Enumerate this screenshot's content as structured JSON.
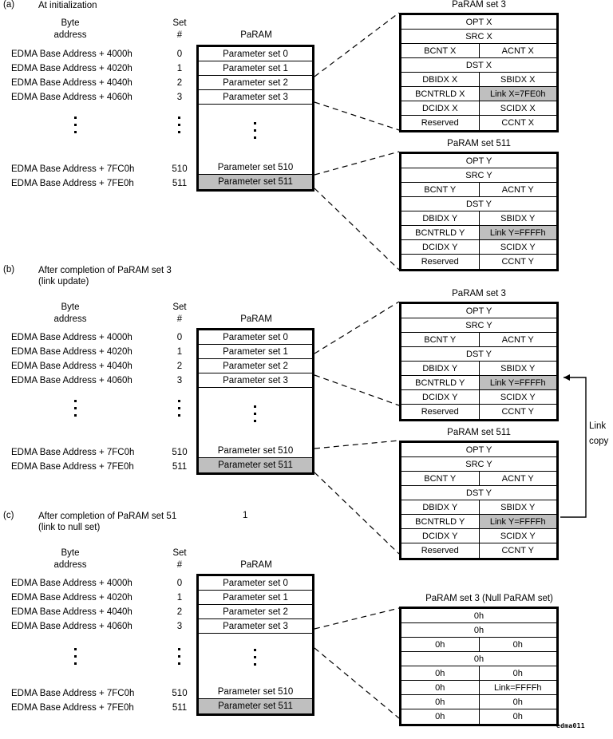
{
  "footer": "edma011",
  "colors": {
    "shade": "#bfbfbf",
    "line": "#000000",
    "background": "#ffffff"
  },
  "common": {
    "byte_label_line1": "Byte",
    "byte_label_line2": "address",
    "set_label_line1": "Set",
    "set_label_line2": "#",
    "param_title": "PaRAM",
    "addresses": [
      "EDMA Base Address + 4000h",
      "EDMA Base Address + 4020h",
      "EDMA Base Address + 4040h",
      "EDMA Base Address + 4060h",
      "EDMA Base Address + 7FC0h",
      "EDMA Base Address + 7FE0h"
    ],
    "set_numbers": [
      "0",
      "1",
      "2",
      "3",
      "510",
      "511"
    ],
    "param_rows": [
      "Parameter set 0",
      "Parameter set 1",
      "Parameter set 2",
      "Parameter set 3",
      "Parameter set 510",
      "Parameter set 511"
    ]
  },
  "sections": [
    {
      "letter": "(a)",
      "caption_line1": "At initialization",
      "caption_line2": ""
    },
    {
      "letter": "(b)",
      "caption_line1": "After completion of PaRAM set 3",
      "caption_line2": "(link update)",
      "stray_text": ""
    },
    {
      "letter": "(c)",
      "caption_line1": "After completion of PaRAM set 51",
      "caption_line2": "(link to null set)",
      "stray_text": "1"
    }
  ],
  "tables": {
    "a_set3": {
      "title": "PaRAM set 3",
      "rows": [
        {
          "type": "full",
          "cells": [
            "OPT X"
          ]
        },
        {
          "type": "full",
          "cells": [
            "SRC X"
          ]
        },
        {
          "type": "split",
          "cells": [
            "BCNT X",
            "ACNT X"
          ]
        },
        {
          "type": "full",
          "cells": [
            "DST X"
          ]
        },
        {
          "type": "split",
          "cells": [
            "DBIDX X",
            "SBIDX X"
          ]
        },
        {
          "type": "split",
          "cells": [
            "BCNTRLD X",
            "Link X=7FE0h"
          ],
          "gray": [
            false,
            true
          ]
        },
        {
          "type": "split",
          "cells": [
            "DCIDX X",
            "SCIDX X"
          ]
        },
        {
          "type": "split",
          "cells": [
            "Reserved",
            "CCNT X"
          ]
        }
      ]
    },
    "a_set511": {
      "title": "PaRAM set 511",
      "rows": [
        {
          "type": "full",
          "cells": [
            "OPT Y"
          ]
        },
        {
          "type": "full",
          "cells": [
            "SRC Y"
          ]
        },
        {
          "type": "split",
          "cells": [
            "BCNT Y",
            "ACNT Y"
          ]
        },
        {
          "type": "full",
          "cells": [
            "DST Y"
          ]
        },
        {
          "type": "split",
          "cells": [
            "DBIDX  Y",
            "SBIDX   Y"
          ]
        },
        {
          "type": "split",
          "cells": [
            "BCNTRLD Y",
            "Link Y=FFFFh"
          ],
          "gray": [
            false,
            true
          ]
        },
        {
          "type": "split",
          "cells": [
            "DCIDX    Y",
            "SCIDX     Y"
          ]
        },
        {
          "type": "split",
          "cells": [
            "Reserved",
            "CCNT Y"
          ]
        }
      ]
    },
    "b_set3": {
      "title": "PaRAM set 3",
      "rows": [
        {
          "type": "full",
          "cells": [
            "OPT Y"
          ]
        },
        {
          "type": "full",
          "cells": [
            "SRC Y"
          ]
        },
        {
          "type": "split",
          "cells": [
            "BCNT Y",
            "ACNT Y"
          ]
        },
        {
          "type": "full",
          "cells": [
            "DST Y"
          ]
        },
        {
          "type": "split",
          "cells": [
            "DBIDX  Y",
            "SBIDX   Y"
          ]
        },
        {
          "type": "split",
          "cells": [
            "BCNTRLD Y",
            "Link Y=FFFFh"
          ],
          "gray": [
            false,
            true
          ]
        },
        {
          "type": "split",
          "cells": [
            "DCIDX  Y",
            "SCIDX   Y"
          ]
        },
        {
          "type": "split",
          "cells": [
            "Reserved",
            "CCNT Y"
          ]
        }
      ]
    },
    "b_set511": {
      "title": "PaRAM set 511",
      "rows": [
        {
          "type": "full",
          "cells": [
            "OPT Y"
          ]
        },
        {
          "type": "full",
          "cells": [
            "SRC Y"
          ]
        },
        {
          "type": "split",
          "cells": [
            "BCNT Y",
            "ACNT Y"
          ]
        },
        {
          "type": "full",
          "cells": [
            "DST Y"
          ]
        },
        {
          "type": "split",
          "cells": [
            "DBIDX  Y",
            "SBIDX   Y"
          ]
        },
        {
          "type": "split",
          "cells": [
            "BCNTRLD Y",
            "Link Y=FFFFh"
          ],
          "gray": [
            false,
            true
          ]
        },
        {
          "type": "split",
          "cells": [
            "DCIDX  Y",
            "SCIDX   Y"
          ]
        },
        {
          "type": "split",
          "cells": [
            "Reserved",
            "CCNT Y"
          ]
        }
      ]
    },
    "c_null": {
      "title": "PaRAM set 3 (Null PaRAM set)",
      "rows": [
        {
          "type": "full",
          "cells": [
            "0h"
          ]
        },
        {
          "type": "full",
          "cells": [
            "0h"
          ]
        },
        {
          "type": "split",
          "cells": [
            "0h",
            "0h"
          ]
        },
        {
          "type": "full",
          "cells": [
            "0h"
          ]
        },
        {
          "type": "split",
          "cells": [
            "0h",
            "0h"
          ]
        },
        {
          "type": "split",
          "cells": [
            "0h",
            "Link=FFFFh"
          ]
        },
        {
          "type": "split",
          "cells": [
            "0h",
            "0h"
          ]
        },
        {
          "type": "split",
          "cells": [
            "0h",
            "0h"
          ]
        }
      ]
    }
  },
  "annotations": {
    "link_copy_line1": "Link",
    "link_copy_line2": "copy"
  }
}
